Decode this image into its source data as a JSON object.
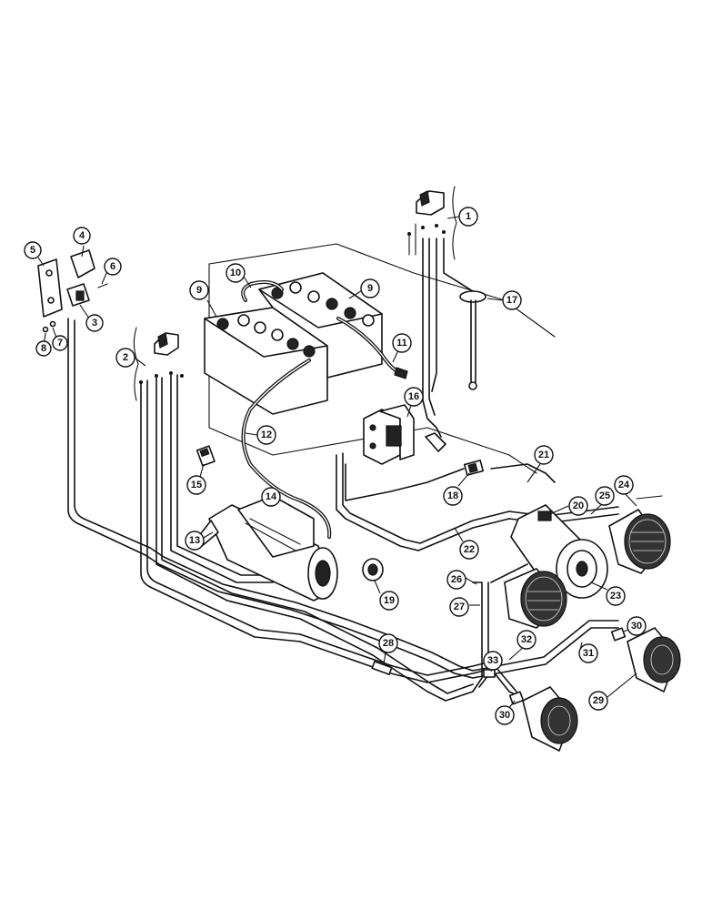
{
  "callouts": [
    {
      "id": "c1",
      "label": "1"
    },
    {
      "id": "c2",
      "label": "2"
    },
    {
      "id": "c3",
      "label": "3"
    },
    {
      "id": "c4",
      "label": "4"
    },
    {
      "id": "c5",
      "label": "5"
    },
    {
      "id": "c6",
      "label": "6"
    },
    {
      "id": "c7",
      "label": "7"
    },
    {
      "id": "c8",
      "label": "8"
    },
    {
      "id": "c9a",
      "label": "9"
    },
    {
      "id": "c9b",
      "label": "9"
    },
    {
      "id": "c10",
      "label": "10"
    },
    {
      "id": "c11",
      "label": "11"
    },
    {
      "id": "c12",
      "label": "12"
    },
    {
      "id": "c13",
      "label": "13"
    },
    {
      "id": "c14",
      "label": "14"
    },
    {
      "id": "c15",
      "label": "15"
    },
    {
      "id": "c16",
      "label": "16"
    },
    {
      "id": "c17",
      "label": "17"
    },
    {
      "id": "c18",
      "label": "18"
    },
    {
      "id": "c19",
      "label": "19"
    },
    {
      "id": "c20",
      "label": "20"
    },
    {
      "id": "c21",
      "label": "21"
    },
    {
      "id": "c22",
      "label": "22"
    },
    {
      "id": "c23",
      "label": "23"
    },
    {
      "id": "c24",
      "label": "24"
    },
    {
      "id": "c25",
      "label": "25"
    },
    {
      "id": "c26",
      "label": "26"
    },
    {
      "id": "c27",
      "label": "27"
    },
    {
      "id": "c28",
      "label": "28"
    },
    {
      "id": "c29",
      "label": "29"
    },
    {
      "id": "c30a",
      "label": "30"
    },
    {
      "id": "c30b",
      "label": "30"
    },
    {
      "id": "c31",
      "label": "31"
    },
    {
      "id": "c32",
      "label": "32"
    },
    {
      "id": "c33",
      "label": "33"
    }
  ]
}
